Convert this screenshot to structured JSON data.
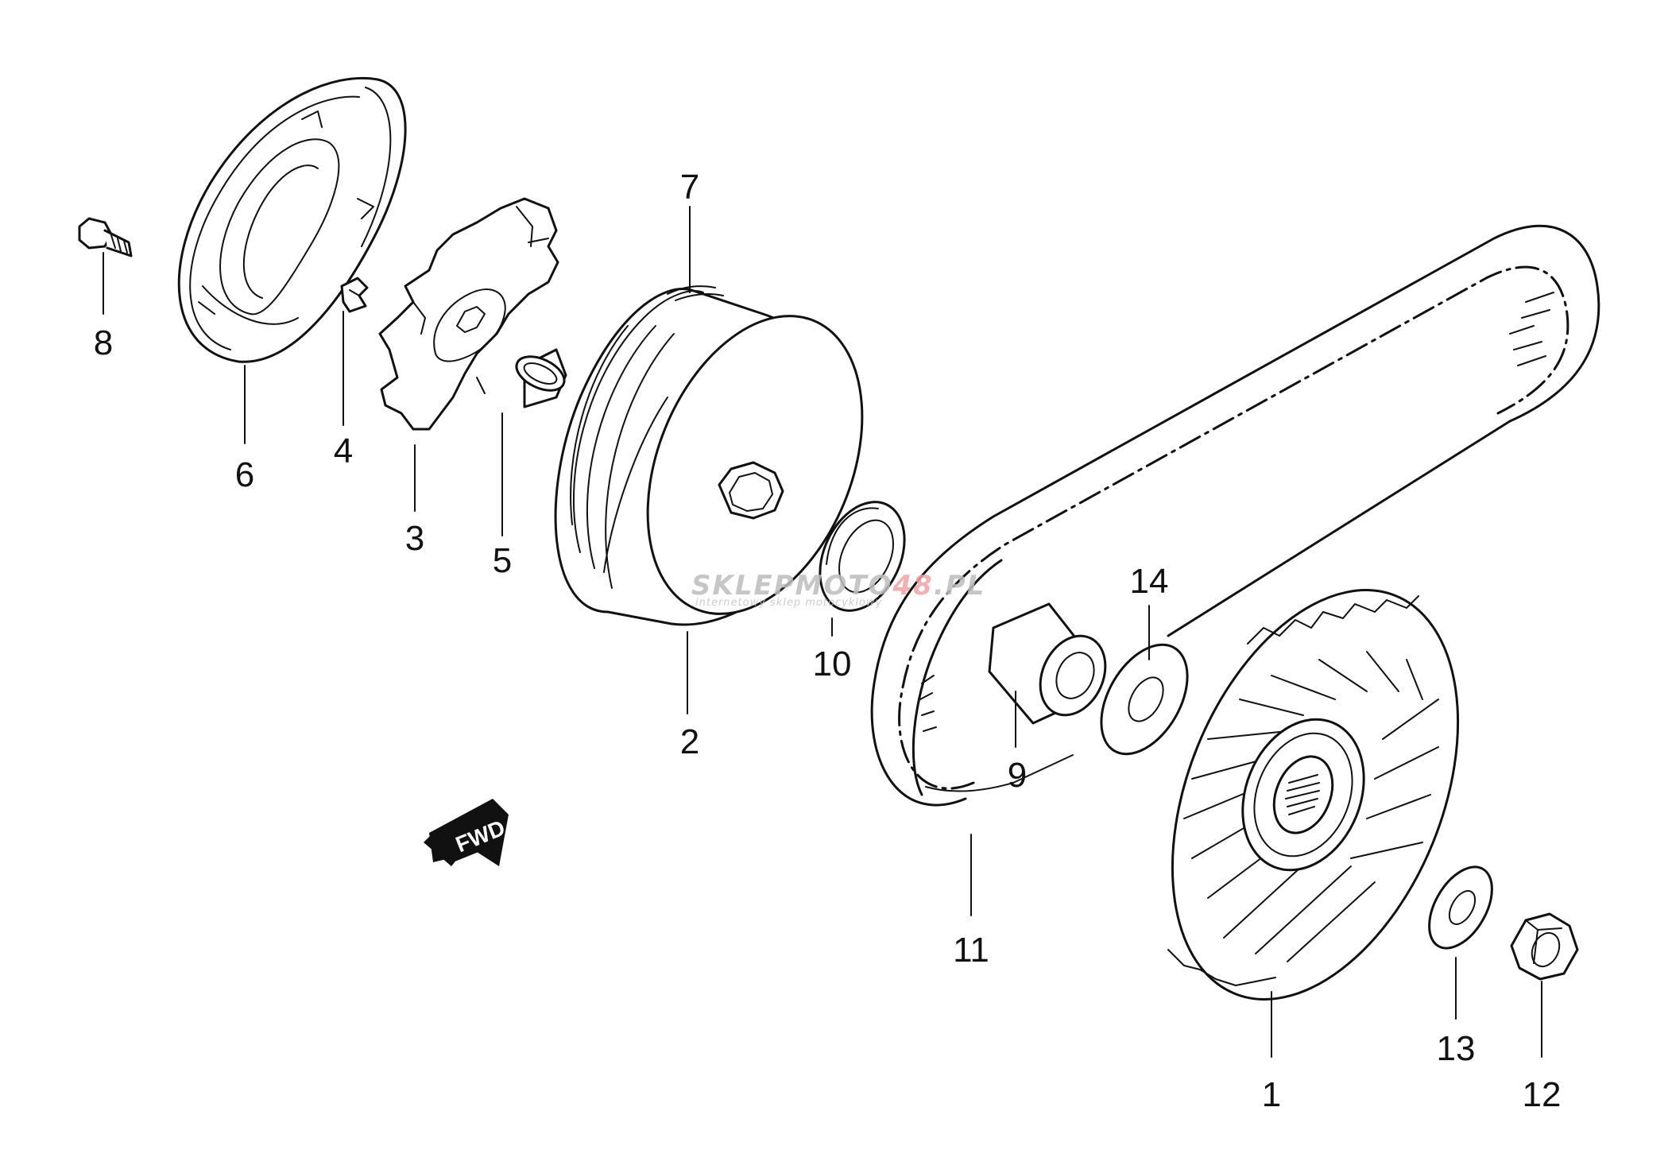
{
  "diagram": {
    "part_labels": [
      "1",
      "2",
      "3",
      "4",
      "5",
      "6",
      "7",
      "8",
      "9",
      "10",
      "11",
      "12",
      "13",
      "14"
    ],
    "direction_arrow": "FWD"
  },
  "watermark": {
    "brand_gray_1": "SKLEP",
    "brand_gray_2": "MOTO",
    "brand_red": "48",
    "brand_tld": ".PL",
    "tagline": "internetowy sklep motocyklowy"
  },
  "colors": {
    "line": "#111111",
    "background": "#ffffff",
    "watermark_red": "#f2a3a3"
  }
}
